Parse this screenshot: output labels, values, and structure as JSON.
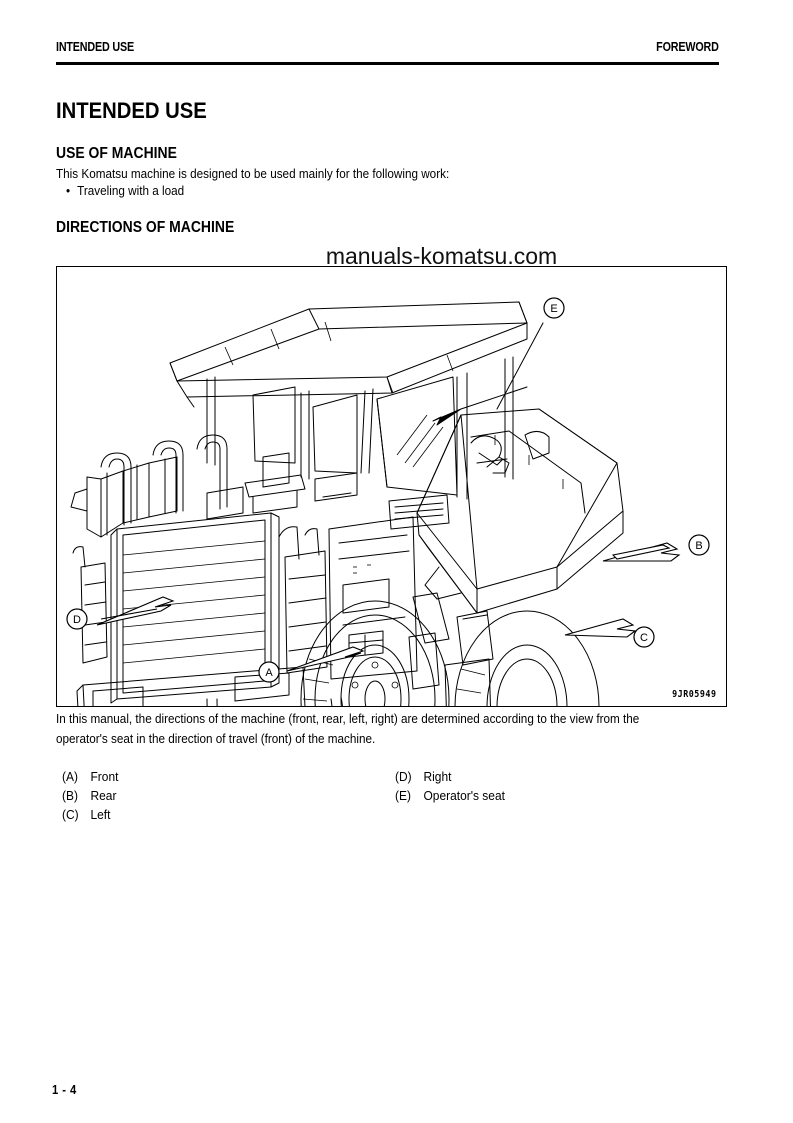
{
  "header": {
    "left": "INTENDED USE",
    "right": "FOREWORD"
  },
  "titles": {
    "main": "INTENDED USE",
    "use_of_machine": "USE OF MACHINE",
    "directions_of_machine": "DIRECTIONS OF MACHINE"
  },
  "body": {
    "intro": "This Komatsu machine is designed to be used mainly for the following work:",
    "bullet": "Traveling with a load",
    "bullet_marker": "•"
  },
  "watermark": {
    "text": "manuals-komatsu.com"
  },
  "figure": {
    "code": "9JR05949",
    "callouts": [
      {
        "id": "A",
        "label": "Front"
      },
      {
        "id": "B",
        "label": "Rear"
      },
      {
        "id": "C",
        "label": "Left"
      },
      {
        "id": "D",
        "label": "Right"
      },
      {
        "id": "E",
        "label": "Operator's seat"
      }
    ]
  },
  "caption": {
    "line1": "In this manual, the directions of the machine (front, rear, left, right) are determined according to the view from the",
    "line2": "operator's seat in the direction of travel (front) of the machine."
  },
  "legend": {
    "left": [
      {
        "key": "(A)",
        "label": "Front"
      },
      {
        "key": "(B)",
        "label": "Rear"
      },
      {
        "key": "(C)",
        "label": "Left"
      }
    ],
    "right": [
      {
        "key": "(D)",
        "label": "Right"
      },
      {
        "key": "(E)",
        "label": "Operator's seat"
      }
    ]
  },
  "footer": {
    "page_number": "1 - 4"
  },
  "colors": {
    "ink": "#000000",
    "paper": "#ffffff"
  }
}
